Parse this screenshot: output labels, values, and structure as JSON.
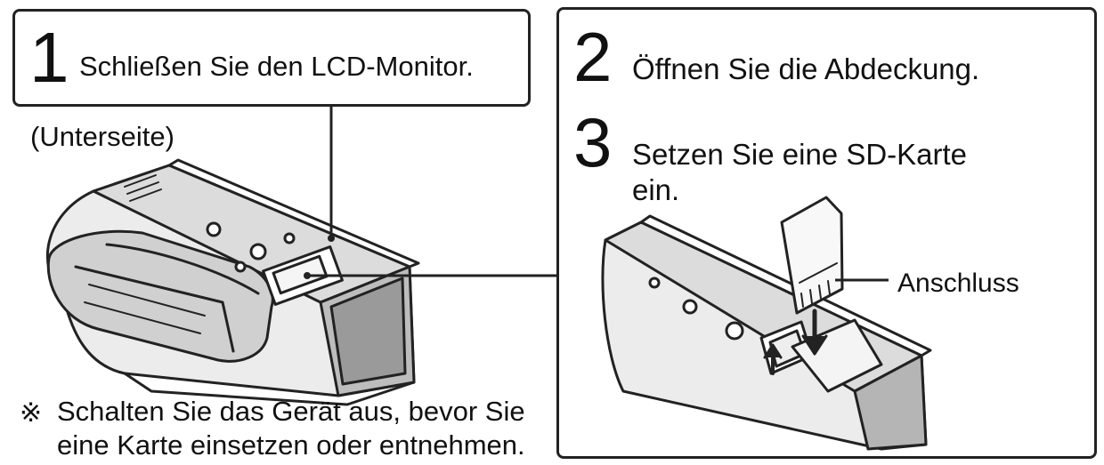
{
  "step1": {
    "number": "1",
    "text": "Schließen Sie den LCD-Monitor."
  },
  "view_label": "(Unterseite)",
  "step2": {
    "number": "2",
    "text": "Öffnen Sie die Abdeckung."
  },
  "step3": {
    "number": "3",
    "text_line1": "Setzen Sie eine SD-Karte",
    "text_line2": "ein."
  },
  "connector_label": "Anschluss",
  "note": {
    "symbol": "※",
    "line1": "Schalten Sie das Gerät aus, bevor Sie",
    "line2": "eine Karte einsetzen oder entnehmen."
  }
}
